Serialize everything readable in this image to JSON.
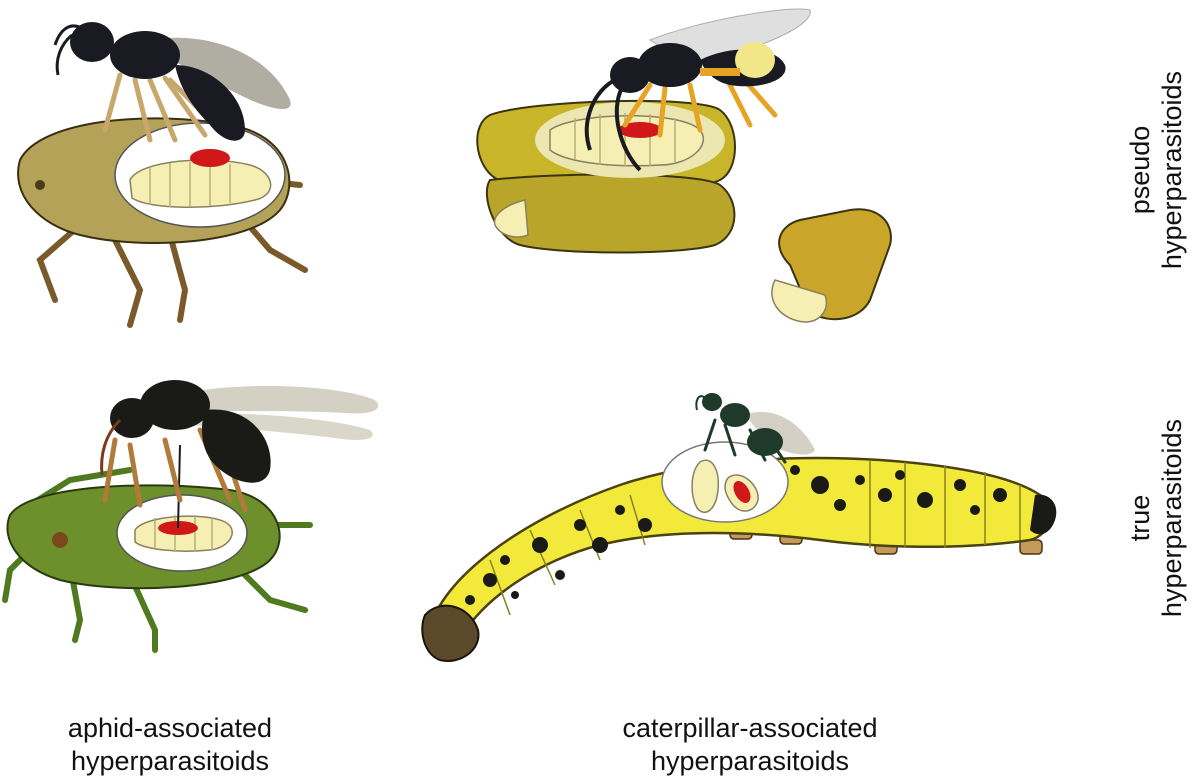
{
  "columns": [
    {
      "line1": "aphid-associated",
      "line2": "hyperparasitoids"
    },
    {
      "line1": "caterpillar-associated",
      "line2": "hyperparasitoids"
    }
  ],
  "rows": [
    {
      "line1": "pseudo",
      "line2": "hyperparasitoids"
    },
    {
      "line1": "true",
      "line2": "hyperparasitoids"
    }
  ],
  "colors": {
    "aphid_tan": "#b3a258",
    "aphid_green": "#6d8f2c",
    "cocoon_yellow": "#c9b52a",
    "caterpillar_yellow": "#f2e93a",
    "larva_cream": "#f6efb3",
    "egg_red": "#d0181a",
    "wasp_black": "#1a1a22",
    "wasp_orange": "#e7a326"
  }
}
